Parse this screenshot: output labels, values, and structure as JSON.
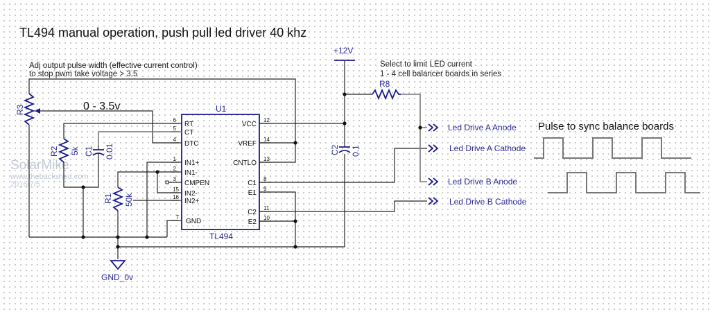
{
  "title": "TL494 manual operation, push pull led driver 40 khz",
  "notes": {
    "adj_line1": "Adj output pulse width (effective current control)",
    "adj_line2": "to stop pwm take voltage > 3.5",
    "voltage_range": "0 - 3.5v",
    "select_line1": "Select to limit LED current",
    "select_line2": "1 - 4 cell balancer boards in series",
    "pulse_title": "Pulse to sync balance boards"
  },
  "watermark": {
    "name": "SolarMike",
    "url": "www.thebackshed.com",
    "date": "2016/7/5"
  },
  "power": {
    "supply_label": "+12V",
    "ground_label": "GND_0v"
  },
  "ic": {
    "ref": "U1",
    "part": "TL494",
    "left_pins": [
      {
        "num": "6",
        "name": "RT"
      },
      {
        "num": "5",
        "name": "CT"
      },
      {
        "num": "4",
        "name": "DTC"
      },
      {
        "num": "1",
        "name": "IN1+"
      },
      {
        "num": "2",
        "name": "IN1-"
      },
      {
        "num": "3",
        "name": "CMPEN"
      },
      {
        "num": "15",
        "name": "IN2-"
      },
      {
        "num": "16",
        "name": "IN2+"
      },
      {
        "num": "7",
        "name": "GND"
      }
    ],
    "right_pins": [
      {
        "num": "12",
        "name": "VCC"
      },
      {
        "num": "14",
        "name": "VREF"
      },
      {
        "num": "13",
        "name": "CNTLO"
      },
      {
        "num": "8",
        "name": "C1"
      },
      {
        "num": "9",
        "name": "E1"
      },
      {
        "num": "11",
        "name": "C2"
      },
      {
        "num": "10",
        "name": "E2"
      }
    ]
  },
  "components": {
    "r3": {
      "ref": "R3"
    },
    "r2": {
      "ref": "R2",
      "value": "5k"
    },
    "c1": {
      "ref": "C1",
      "value": "0.01"
    },
    "r1": {
      "ref": "R1",
      "value": "50k"
    },
    "c2": {
      "ref": "C2",
      "value": "0.1"
    },
    "r8": {
      "ref": "R8"
    }
  },
  "net_labels": [
    "Led Drive A Anode",
    "Led Drive A Cathode",
    "Led Drive B Anode",
    "Led Drive B Cathode"
  ],
  "waveforms": {
    "channel_a_pulses": 3,
    "channel_b_pulses": 3
  }
}
